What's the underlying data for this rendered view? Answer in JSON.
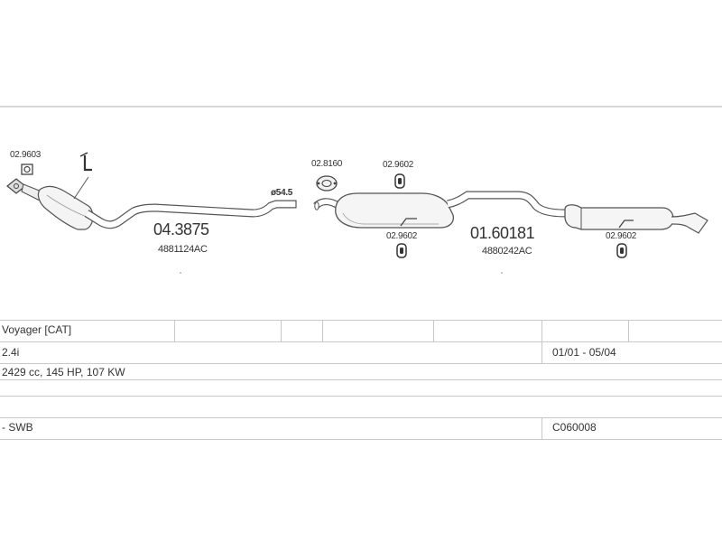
{
  "parts": {
    "clamp_front": "02.9603",
    "flange_gasket": "02.8160",
    "hanger_top": "02.9602",
    "hanger_mid": "02.9602",
    "hanger_rear": "02.9602",
    "pipe_diameter": "ø54.5",
    "front_section_number": "04.3875",
    "front_section_oe": "4881124AC",
    "rear_section_number": "01.60181",
    "rear_section_oe": "4880242AC"
  },
  "table": {
    "model": "Voyager  [CAT]",
    "engine": "2.4i",
    "date_range": "01/01 - 05/04",
    "specs": "2429 cc, 145 HP, 107 KW",
    "variant": "- SWB",
    "system_code": "C060008"
  }
}
